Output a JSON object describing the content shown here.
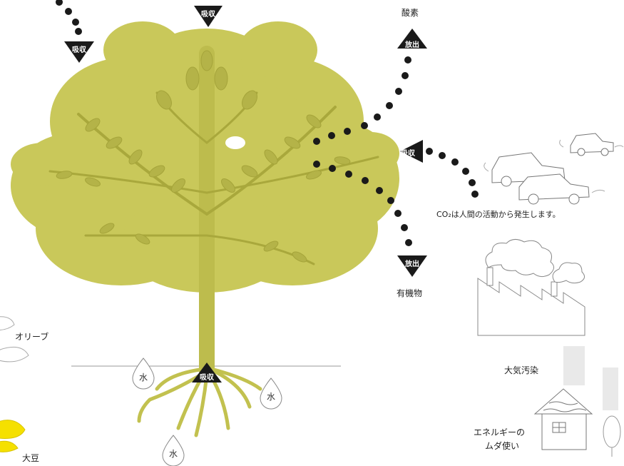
{
  "labels": {
    "oxygen": "酸素",
    "organic": "有機物",
    "co2_note": "CO₂は人間の活動から発生します。",
    "air_pollution": "大気汚染",
    "energy_line1": "エネルギーの",
    "energy_line2": "ムダ使い",
    "olive": "オリーブ",
    "soybean": "大豆"
  },
  "tags": {
    "absorb": "吸収",
    "release": "放出"
  },
  "water": "水",
  "colors": {
    "tree": "#c9c85a",
    "tree_dark": "#a9a83c",
    "leaf": "#b4b348",
    "dot": "#1a1a1a",
    "yellow": "#f5e000"
  }
}
